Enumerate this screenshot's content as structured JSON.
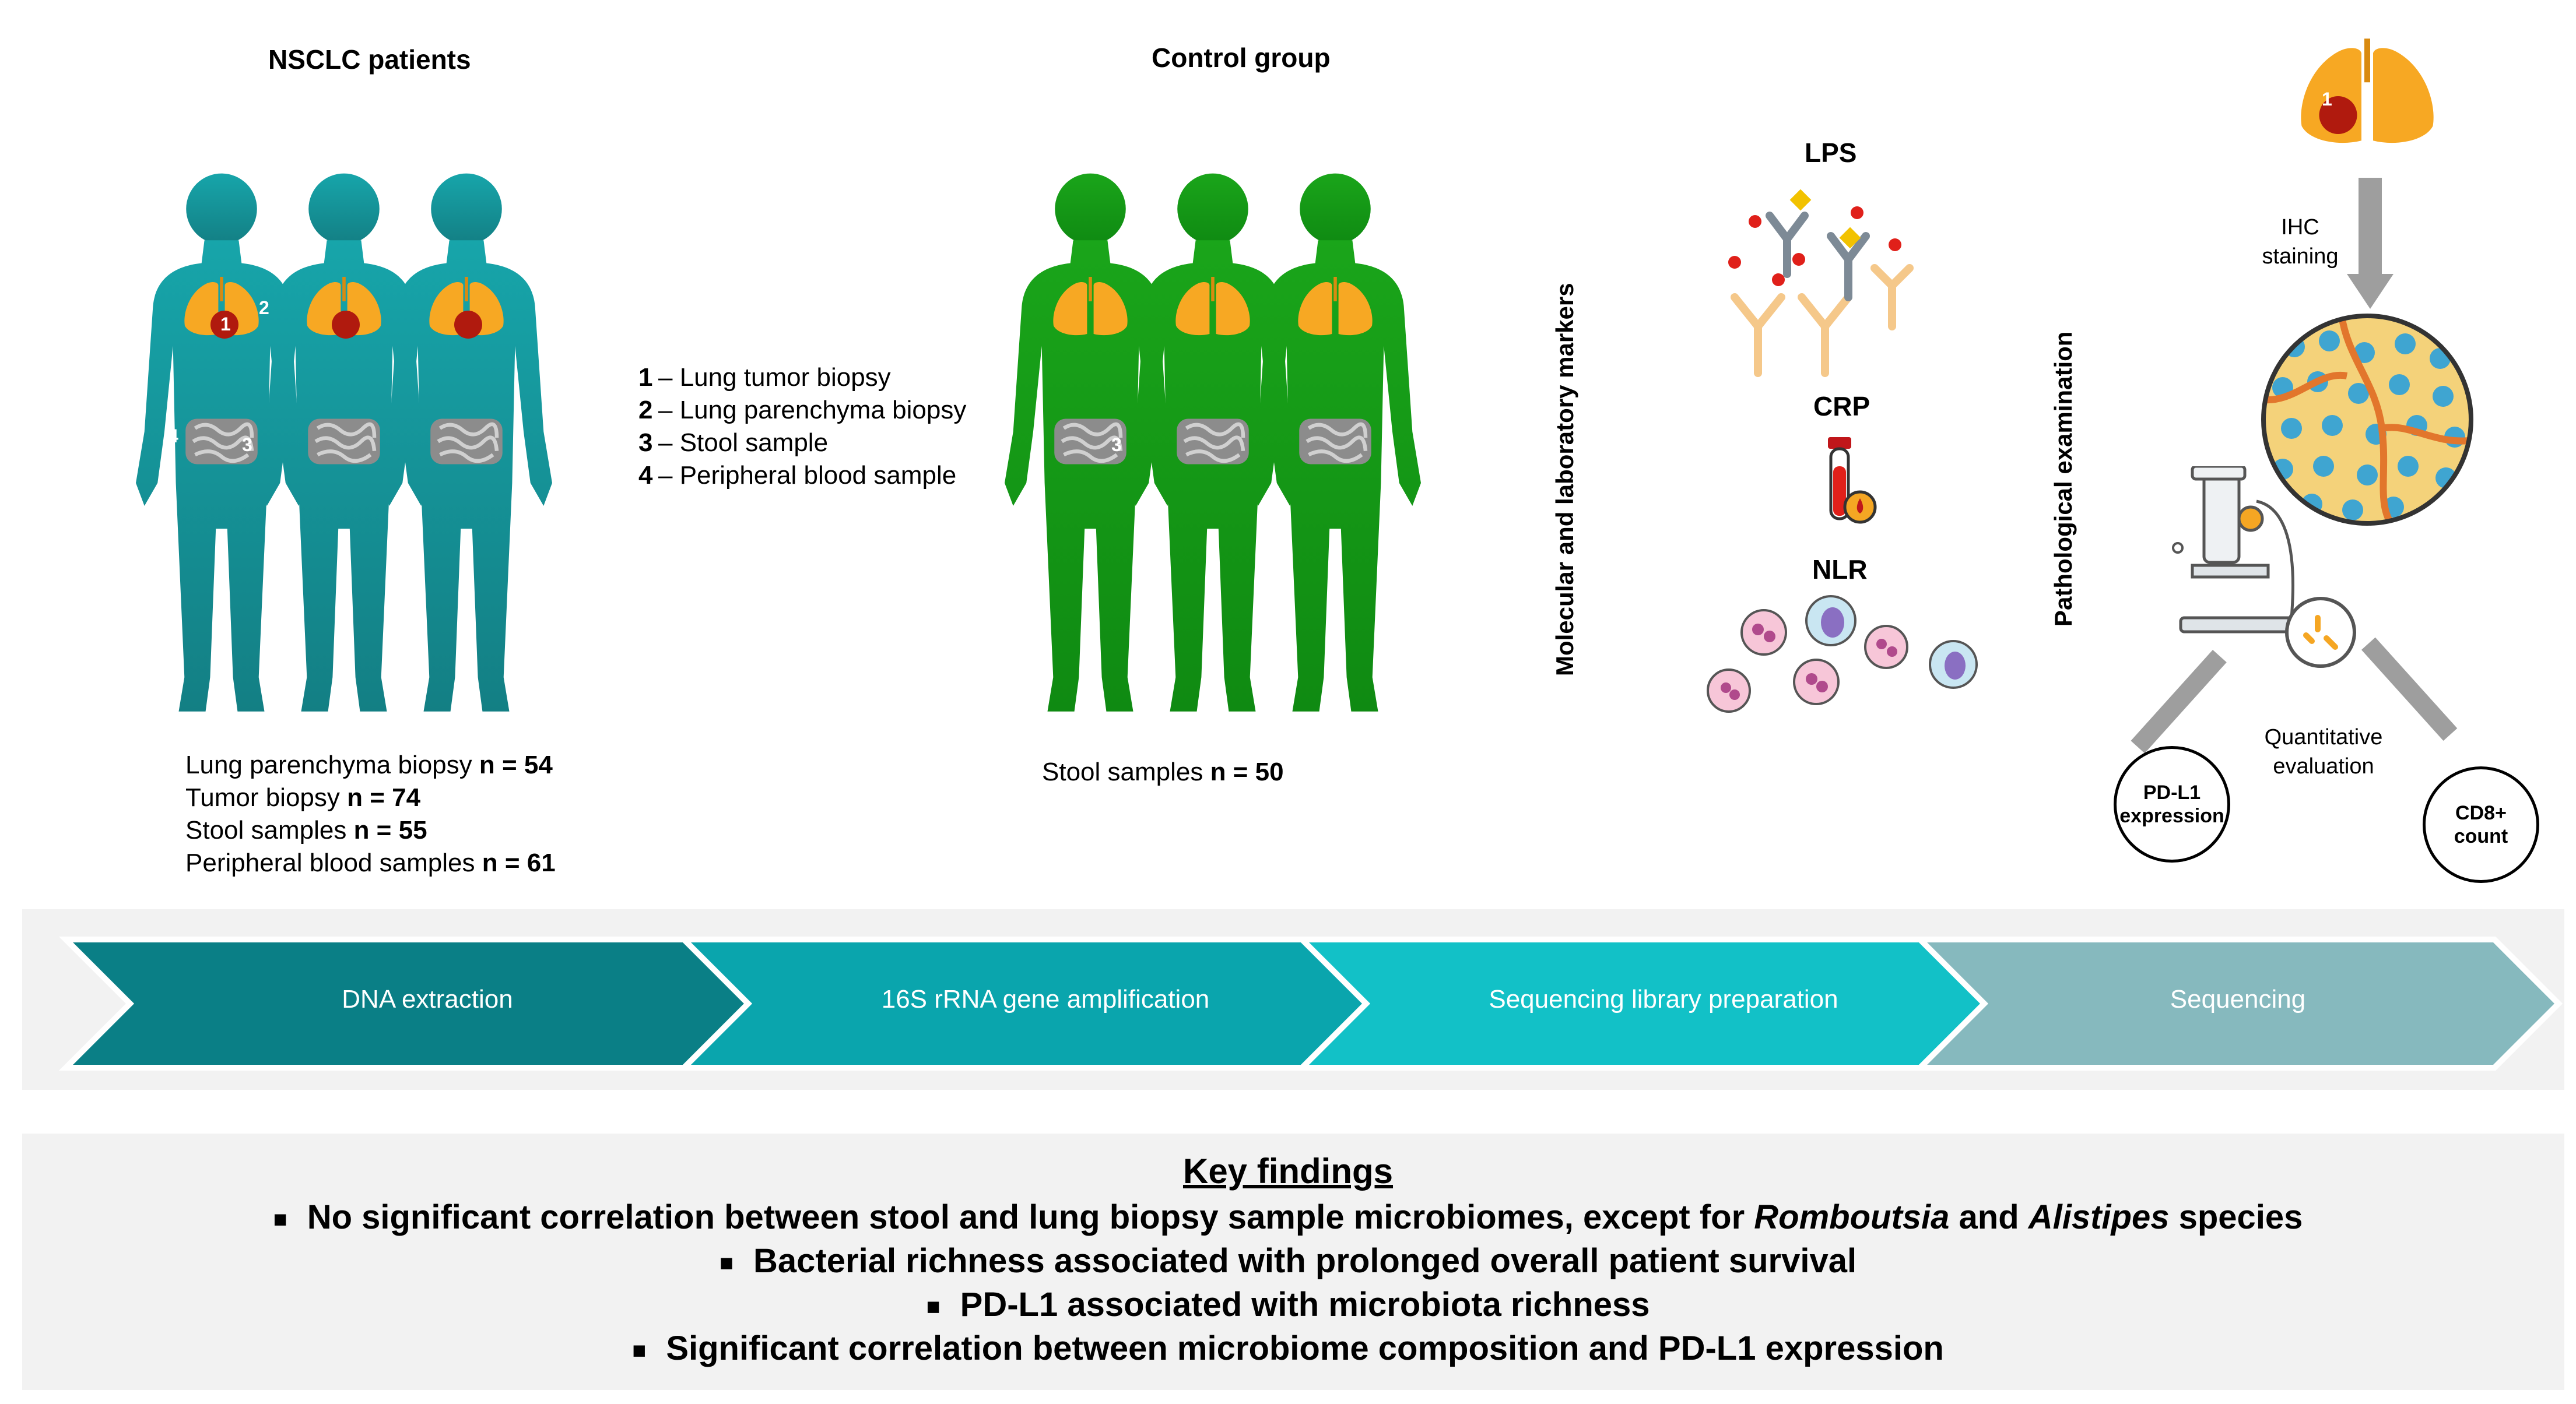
{
  "groups": {
    "nsclc_title": "NSCLC patients",
    "control_title": "Control group"
  },
  "figure_numbers": [
    "1",
    "2",
    "3",
    "4"
  ],
  "legend": [
    {
      "num": "1",
      "text": "– Lung tumor biopsy"
    },
    {
      "num": "2",
      "text": "– Lung parenchyma biopsy"
    },
    {
      "num": "3",
      "text": "– Stool sample"
    },
    {
      "num": "4",
      "text": "– Peripheral blood sample"
    }
  ],
  "nsclc_samples": [
    {
      "label": "Lung parenchyma biopsy ",
      "n": "n = 54"
    },
    {
      "label": "Tumor biopsy ",
      "n": "n = 74"
    },
    {
      "label": "Stool samples ",
      "n": "n = 55"
    },
    {
      "label": "Peripheral blood samples ",
      "n": "n = 61"
    }
  ],
  "control_samples": {
    "label": "Stool samples ",
    "n": "n = 50"
  },
  "markers": {
    "vertical_label": "Molecular and laboratory markers",
    "lps": "LPS",
    "crp": "CRP",
    "nlr": "NLR"
  },
  "pathology": {
    "vertical_label": "Pathological examination",
    "ihc_line1": "IHC",
    "ihc_line2": "staining",
    "quant_line1": "Quantitative",
    "quant_line2": "evaluation",
    "pdl1_line1": "PD-L1",
    "pdl1_line2": "expression",
    "cd8_line1": "CD8+",
    "cd8_line2": "count"
  },
  "pipeline": [
    {
      "label": "DNA extraction",
      "color": "#0a7f86"
    },
    {
      "label": "16S rRNA gene amplification",
      "color": "#0aa5ad"
    },
    {
      "label": "Sequencing library preparation",
      "color": "#12c1c7"
    },
    {
      "label": "Sequencing",
      "color": "#86b9be"
    }
  ],
  "key_findings": {
    "title": "Key findings",
    "line1_a": "No significant correlation between stool and lung biopsy sample microbiomes, except for ",
    "line1_b": "Romboutsia",
    "line1_c": " and ",
    "line1_d": "Alistipes",
    "line1_e": " species",
    "line2": "Bacterial richness associated with prolonged overall patient survival",
    "line3": "PD-L1 associated with microbiota richness",
    "line4": "Significant correlation between microbiome composition and PD-L1 expression"
  },
  "colors": {
    "patient_body": "#1f9ea3",
    "control_body": "#1a9a1a",
    "lung": "#f7a823",
    "tumor": "#b01a0e"
  }
}
